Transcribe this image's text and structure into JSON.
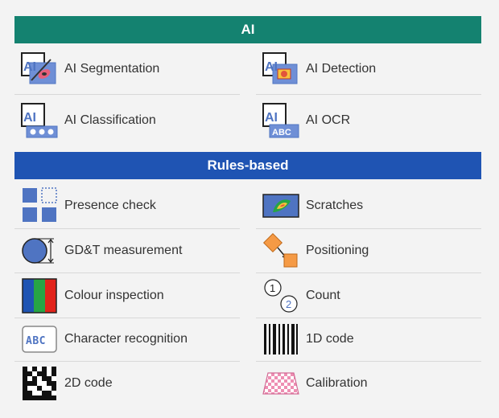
{
  "sections": {
    "ai": {
      "title": "AI",
      "items": [
        {
          "label": "AI Segmentation",
          "icon": "ai-segmentation-icon"
        },
        {
          "label": "AI Detection",
          "icon": "ai-detection-icon"
        },
        {
          "label": "AI Classification",
          "icon": "ai-classification-icon"
        },
        {
          "label": "AI OCR",
          "icon": "ai-ocr-icon"
        }
      ]
    },
    "rules": {
      "title": "Rules-based",
      "items": [
        {
          "label": "Presence check",
          "icon": "presence-check-icon"
        },
        {
          "label": "Scratches",
          "icon": "scratches-icon"
        },
        {
          "label": "GD&T measurement",
          "icon": "gdt-measurement-icon"
        },
        {
          "label": "Positioning",
          "icon": "positioning-icon"
        },
        {
          "label": "Colour inspection",
          "icon": "colour-inspection-icon"
        },
        {
          "label": "Count",
          "icon": "count-icon"
        },
        {
          "label": "Character recognition",
          "icon": "character-recognition-icon"
        },
        {
          "label": "1D code",
          "icon": "1d-code-icon"
        },
        {
          "label": "2D code",
          "icon": "2d-code-icon"
        },
        {
          "label": "Calibration",
          "icon": "calibration-icon"
        }
      ]
    }
  },
  "icon_text": {
    "ai": "AI",
    "abc": "ABC",
    "count_one": "1",
    "count_two": "2"
  },
  "colors": {
    "ai_header": "#148270",
    "rules_header": "#1f54b3",
    "icon_blue": "#4f74c2",
    "icon_orange": "#f59a45"
  }
}
